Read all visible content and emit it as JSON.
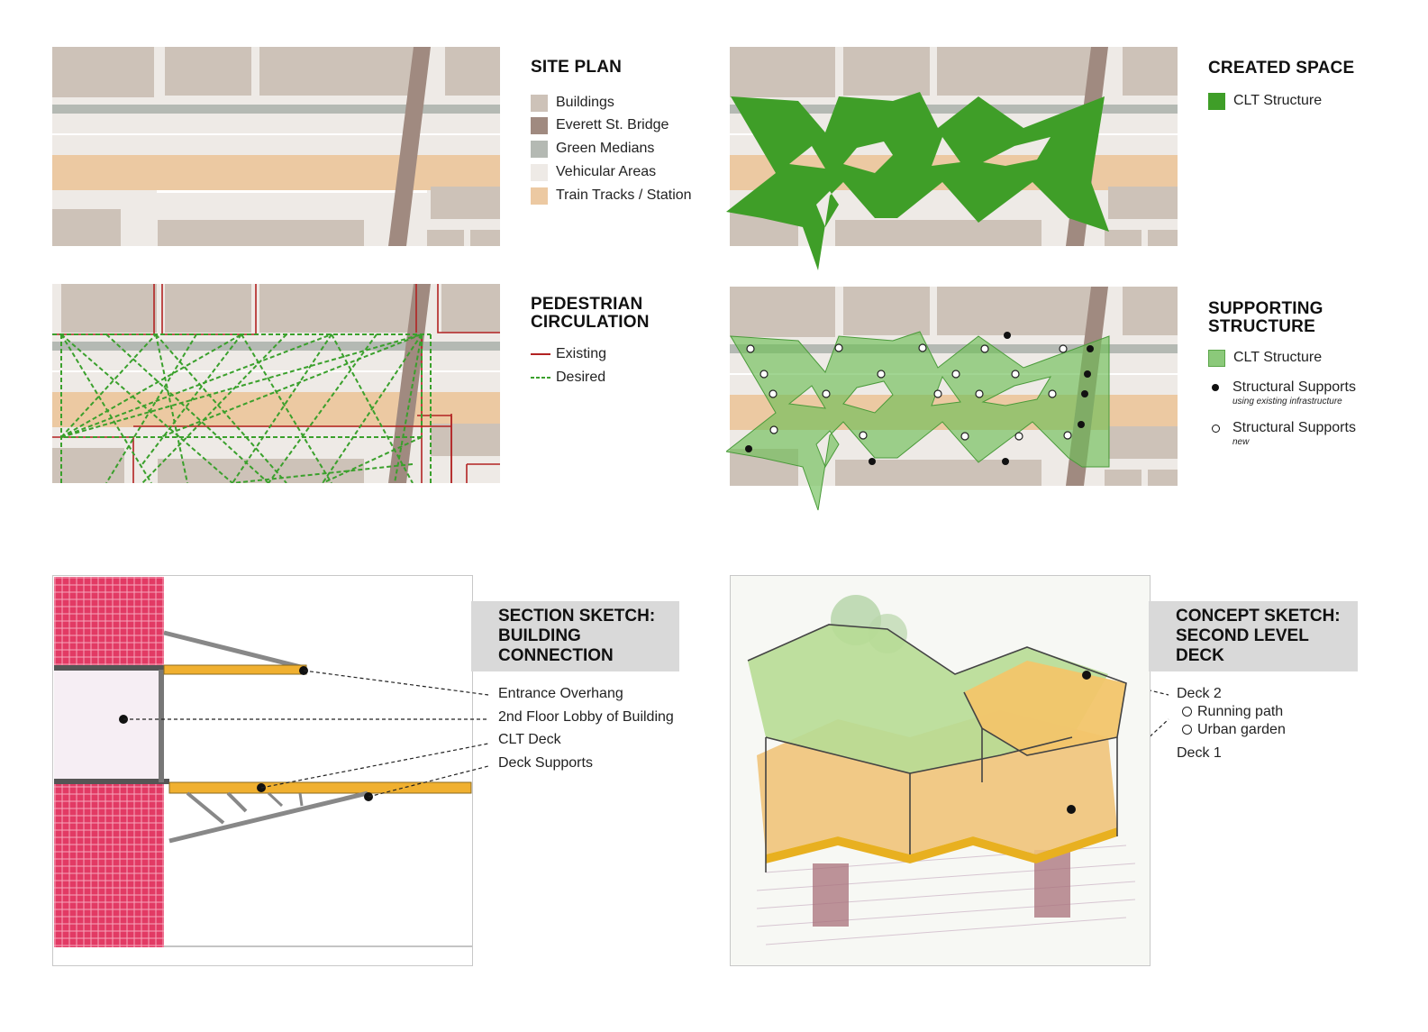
{
  "colors": {
    "buildings": "#cdc2b8",
    "bridge": "#a08a80",
    "green_medians": "#b4b9b3",
    "vehicular": "#eeeae6",
    "tracks": "#ecc9a2",
    "clt": "#3f9e28",
    "clt_light": "#8bc97a",
    "existing": "#b22222",
    "desired": "#3aa02c",
    "banner": "#d9d9d9"
  },
  "site_plan": {
    "title": "SITE PLAN",
    "legend": [
      {
        "label": "Buildings",
        "color": "#cdc2b8"
      },
      {
        "label": "Everett St. Bridge",
        "color": "#a08a80"
      },
      {
        "label": "Green Medians",
        "color": "#b4b9b3"
      },
      {
        "label": "Vehicular Areas",
        "color": "#eeeae6"
      },
      {
        "label": "Train Tracks / Station",
        "color": "#ecc9a2"
      }
    ]
  },
  "pedestrian": {
    "title_line1": "PEDESTRIAN",
    "title_line2": "CIRCULATION",
    "existing": "Existing",
    "desired": "Desired"
  },
  "created_space": {
    "title": "CREATED SPACE",
    "clt": "CLT Structure"
  },
  "supporting": {
    "title_line1": "SUPPORTING",
    "title_line2": "STRUCTURE",
    "clt": "CLT Structure",
    "supports_existing": "Structural Supports",
    "supports_existing_sub": "using existing infrastructure",
    "supports_new": "Structural Supports",
    "supports_new_sub": "new"
  },
  "section_sketch": {
    "title_line1": "SECTION SKETCH:",
    "title_line2": "BUILDING",
    "title_line3": "CONNECTION",
    "callouts": [
      "Entrance Overhang",
      "2nd Floor Lobby of Building",
      "CLT Deck",
      "Deck Supports"
    ]
  },
  "concept_sketch": {
    "title_line1": "CONCEPT SKETCH:",
    "title_line2": "SECOND LEVEL",
    "title_line3": "DECK",
    "deck2": "Deck 2",
    "deck2_items": [
      "Running path",
      "Urban garden"
    ],
    "deck1": "Deck 1"
  }
}
